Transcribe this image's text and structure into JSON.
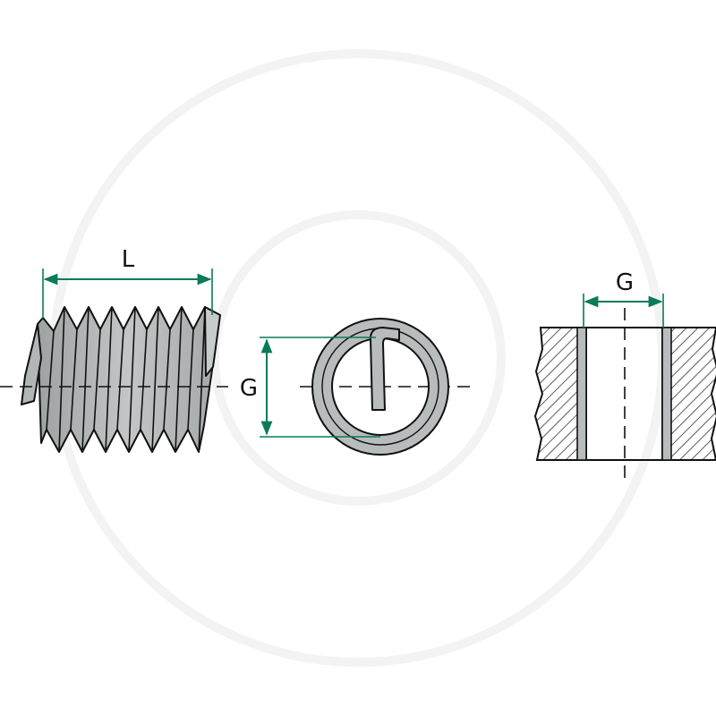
{
  "labels": {
    "length": "L",
    "diameter_front": "G",
    "diameter_section": "G"
  },
  "colors": {
    "dimension": "#0a7a5a",
    "outline": "#111111",
    "metal": "#b9bcbd",
    "metal_dark": "#8e9292",
    "hatch": "#444444",
    "watermark": "#f2f2f2"
  },
  "icons": {
    "side": "helical-coil-insert-side-view",
    "front": "coil-insert-front-view-with-tang",
    "section": "threaded-hole-cross-section"
  }
}
